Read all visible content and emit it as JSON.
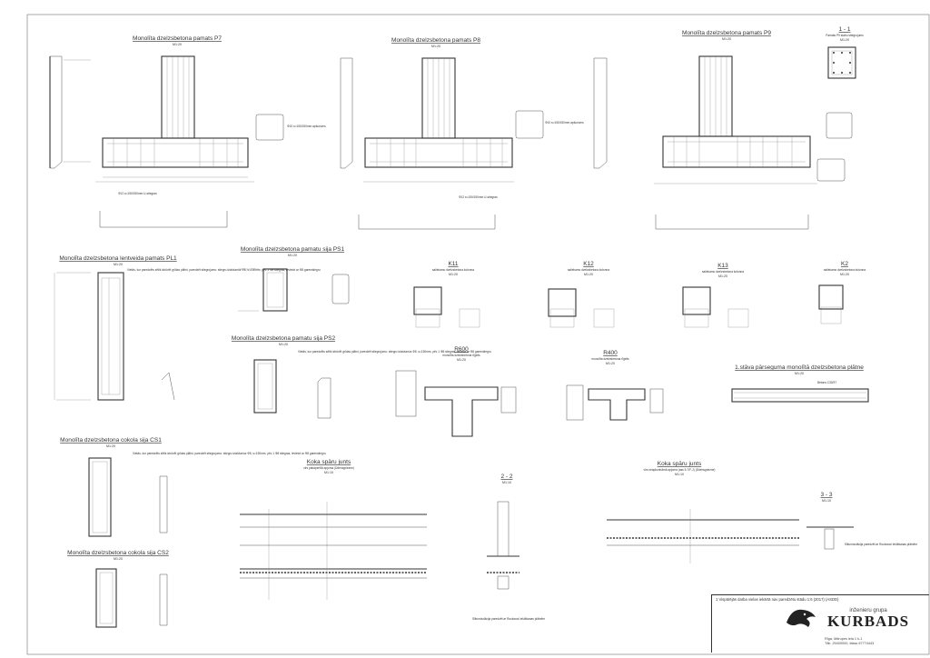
{
  "sheet": {
    "frame_color": "#333333",
    "line_color": "#555555"
  },
  "drawings": {
    "p7": {
      "title": "Monolīta dzelzsbetona pamats P7",
      "scale": "M1:20"
    },
    "p8": {
      "title": "Monolīta dzelzsbetona pamats P8",
      "scale": "M1:20"
    },
    "p9": {
      "title": "Monolīta dzelzsbetona pamats P9",
      "scale": "M1:20"
    },
    "section_11": {
      "title": "1 - 1",
      "subtitle": "Pamats P9 stabu stiegrojums",
      "scale": "M1:20"
    },
    "pl1": {
      "title": "Monolīta dzelzsbetona lentveida pamats PL1",
      "scale": "M1:20"
    },
    "ps1": {
      "title": "Monolīta dzelzsbetona pamatu sija PS1",
      "scale": "M1:20"
    },
    "ps2": {
      "title": "Monolīta dzelzsbetona pamatu sija PS2",
      "scale": "M1:20"
    },
    "cs1": {
      "title": "Monolīta dzelzsbetona cokola sija CS1",
      "scale": "M1:20"
    },
    "cs2": {
      "title": "Monolīta dzelzsbetona cokola sija CS2",
      "scale": "M1:20"
    },
    "k11": {
      "title": "K11",
      "subtitle": "saliekamo dzelzsbetona kolonna",
      "scale": "M1:20"
    },
    "k12": {
      "title": "K12",
      "subtitle": "saliekamo dzelzsbetona kolonna",
      "scale": "M1:20"
    },
    "k13": {
      "title": "K13",
      "subtitle": "saliekamo dzelzsbetona kolonna",
      "scale": "M1:20"
    },
    "k2": {
      "title": "K2",
      "subtitle": "saliekamo dzelzsbetona kolonna",
      "scale": "M1:20"
    },
    "r600": {
      "title": "R600",
      "subtitle": "monolīta dzelzsbetona rīģelis",
      "scale": "M1:20"
    },
    "r400": {
      "title": "R400",
      "subtitle": "monolīta dzelzsbetona rīģelis",
      "scale": "M1:20"
    },
    "slab": {
      "title": "1.stāva pārseguma monolītā dzelzsbetona plātne",
      "scale": "M1:20"
    },
    "koka1": {
      "title": "Koka spāru junts",
      "subtitle": "virs pakāpenītā apjoma (Ūdensgriezne)",
      "scale": "M1:10"
    },
    "section_22": {
      "title": "2 - 2",
      "scale": "M1:10"
    },
    "koka2": {
      "title": "Koka spāru junts",
      "subtitle": "virs neapkurināmā apjoma (ass 5-7/F-J) (Ūdensgriezne)",
      "scale": "M1:10"
    },
    "section_33": {
      "title": "3 - 3",
      "scale": "M1:10"
    }
  },
  "notes": {
    "p_stirrup": "Φ10 s=150/150mm apšuvums",
    "p_bottom": "Φ12 s=150/150mm U-stiegras",
    "p_top": "Φ12 s=150/150mm U-stiegras",
    "pl1_note": "Vietās, kur paredzēts sētik izbūvēt grīdas plātni, paredzēt stiegrojumu: stiegru izlaidumus Φ8, s=150mm, pēc 1 Φ8 stiegras, ievietot ar Φ8 garenstiegru",
    "koka_note": "Siltumizolācija paredzēt ar Rockwool ieklāšanas plātnēm",
    "slab_label": "Betons C30/37"
  },
  "title_block": {
    "note": "1 Vispārējās darba vielas iekārtā nav paredzētu stādu 1:6 (2017) (ASDD)",
    "company_sub": "inženieru grupa",
    "company_name": "KURBADS",
    "address_line1": "Rīga, Mārupes iela 1 k-1",
    "address_line2": "Tālr. 29400000, fakss 67774443"
  }
}
